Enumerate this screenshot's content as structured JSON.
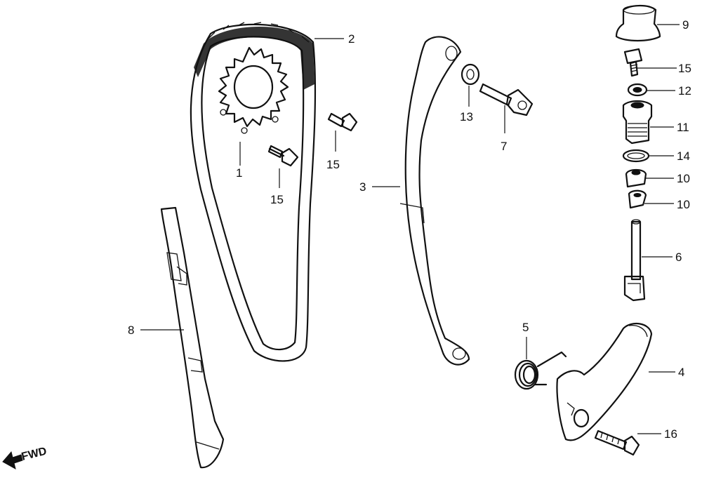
{
  "callouts": [
    {
      "label": "1"
    },
    {
      "label": "2"
    },
    {
      "label": "3"
    },
    {
      "label": "4"
    },
    {
      "label": "5"
    },
    {
      "label": "6"
    },
    {
      "label": "7"
    },
    {
      "label": "8"
    },
    {
      "label": "9"
    },
    {
      "label": "10"
    },
    {
      "label": "10"
    },
    {
      "label": "11"
    },
    {
      "label": "12"
    },
    {
      "label": "13"
    },
    {
      "label": "14"
    },
    {
      "label": "15"
    },
    {
      "label": "15"
    },
    {
      "label": "15"
    },
    {
      "label": "16"
    }
  ],
  "direction": {
    "label": "FWD"
  }
}
